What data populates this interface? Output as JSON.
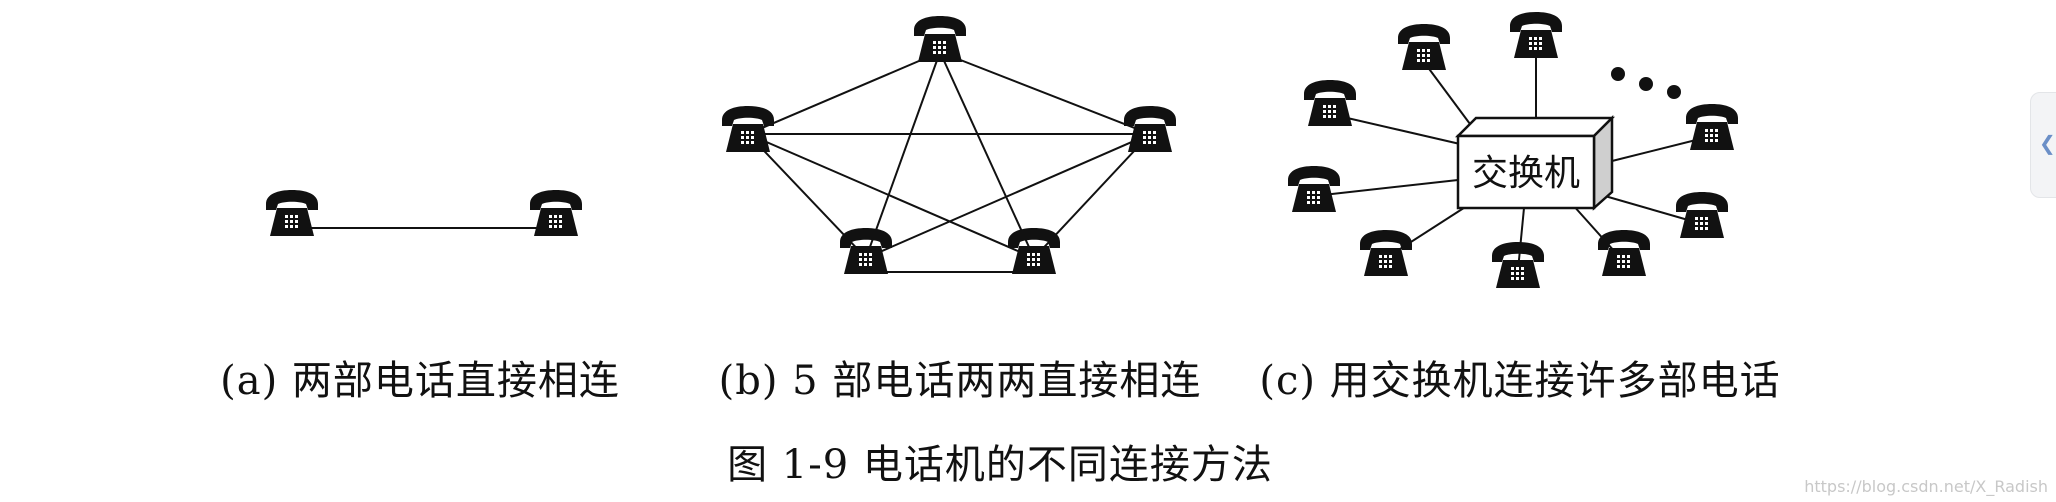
{
  "captions": {
    "a": "(a)  两部电话直接相连",
    "b": "(b) 5 部电话两两直接相连",
    "c": "(c)  用交换机连接许多部电话",
    "figure": "图 1-9    电话机的不同连接方法"
  },
  "switch_label": "交换机",
  "watermark": "https://blog.csdn.net/X_Radish",
  "icons": {
    "phone": "telephone-icon",
    "more": "ellipsis-dots",
    "side": "chevron-left-icon"
  },
  "colors": {
    "ink": "#111111",
    "background": "#ffffff"
  }
}
